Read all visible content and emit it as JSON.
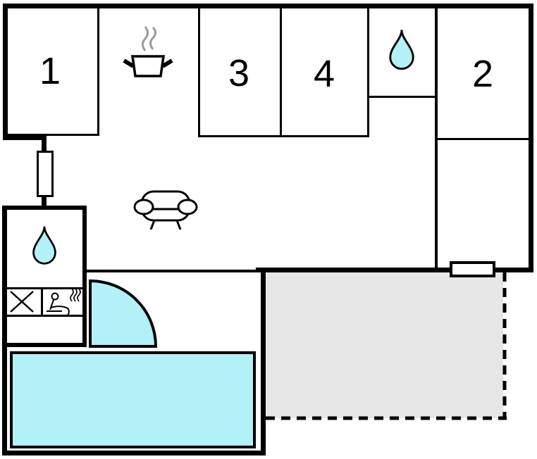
{
  "floor_plan": {
    "rooms": [
      {
        "label": "1"
      },
      {
        "label": "2"
      },
      {
        "label": "3"
      },
      {
        "label": "4"
      }
    ],
    "features": {
      "kitchen": "cooking-pot-icon",
      "living_area": "sofa-icon",
      "bathroom_top": "water-drop-icon",
      "bathroom_left": "water-drop-icon",
      "utility_box": "crossed-box-icon",
      "sauna_box": "sauna-person-icon",
      "pool": "swimming-pool",
      "interior_door": "quarter-circle-door-swing",
      "entrance_door": "door-rect",
      "terrace_window": "window-rect",
      "terrace": "dashed-outline-terrace"
    },
    "colors": {
      "water": "#b2f1f8",
      "terrace": "#e6e6e6",
      "walls": "#000000",
      "steam": "#9a9a9a"
    }
  }
}
